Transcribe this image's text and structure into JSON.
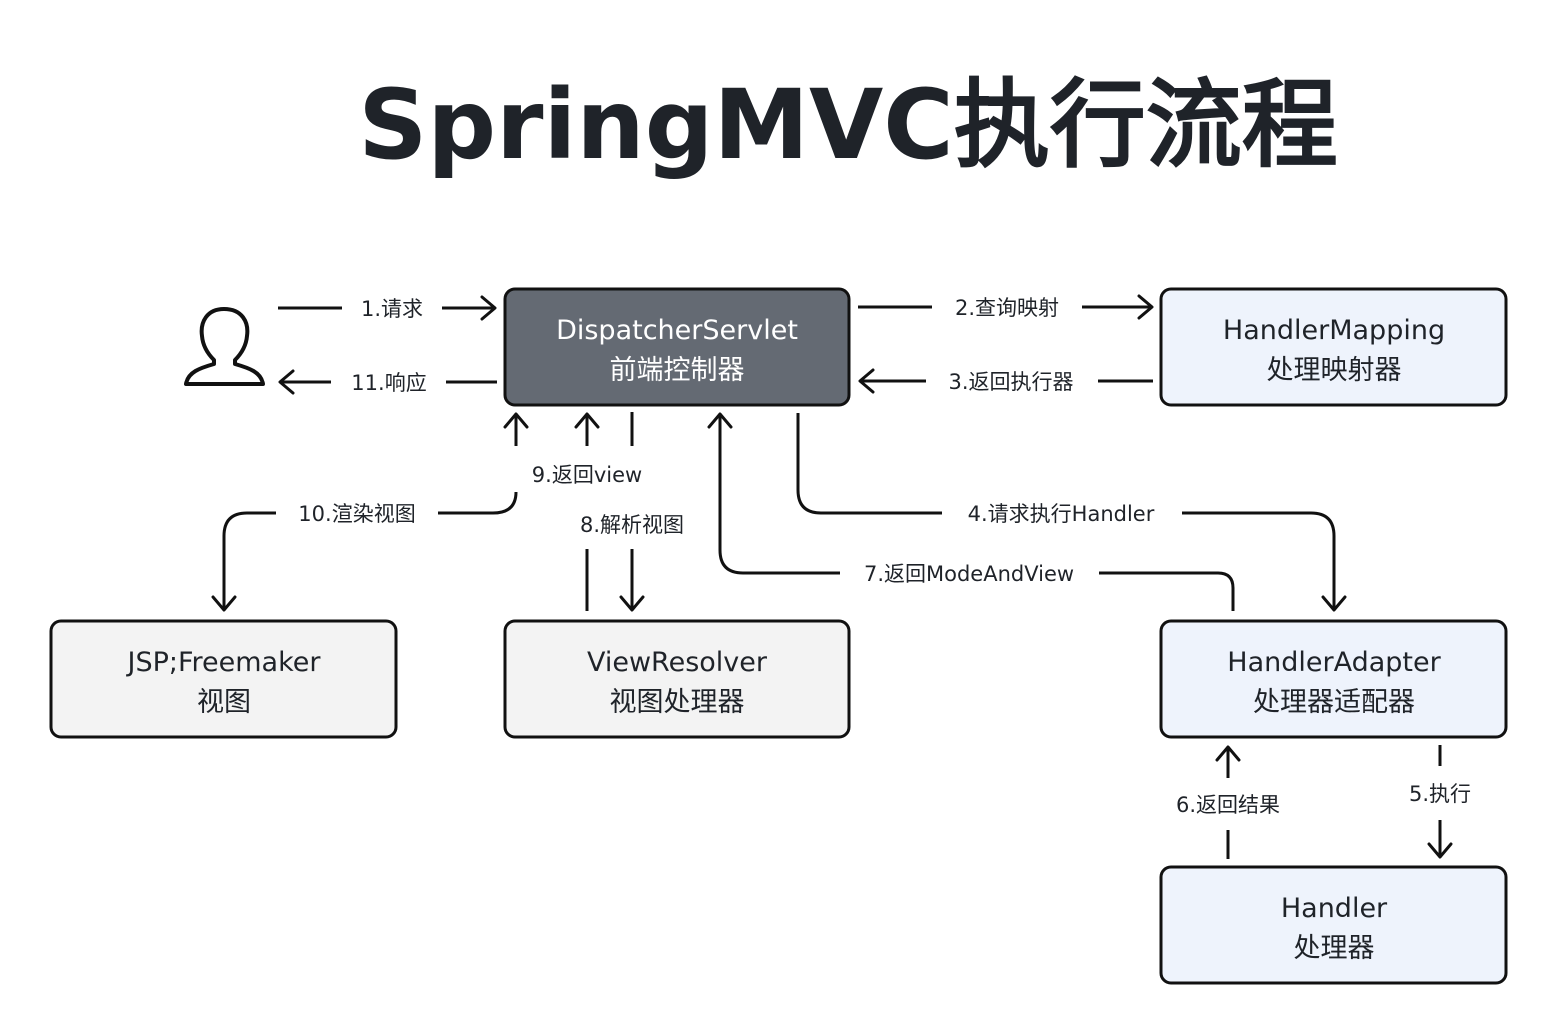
{
  "title": "SpringMVC执行流程",
  "colors": {
    "dispatcher_fill": "#646a73",
    "blue_fill": "#eef3fc",
    "gray_fill": "#f3f3f3",
    "stroke": "#111111",
    "text": "#1f2329"
  },
  "actor": {
    "icon": "user-icon"
  },
  "nodes": {
    "dispatcher": {
      "line1": "DispatcherServlet",
      "line2": "前端控制器"
    },
    "handler_mapping": {
      "line1": "HandlerMapping",
      "line2": "处理映射器"
    },
    "handler_adapter": {
      "line1": "HandlerAdapter",
      "line2": "处理器适配器"
    },
    "handler": {
      "line1": "Handler",
      "line2": "处理器"
    },
    "view_resolver": {
      "line1": "ViewResolver",
      "line2": "视图处理器"
    },
    "view": {
      "line1": "JSP;Freemaker",
      "line2": "视图"
    }
  },
  "edges": {
    "request": "1.请求",
    "query_mapping": "2.查询映射",
    "return_executor": "3.返回执行器",
    "execute_handler": "4.请求执行Handler",
    "execute": "5.执行",
    "return_result": "6.返回结果",
    "return_model_and_view": "7.返回ModeAndView",
    "resolve_view": "8.解析视图",
    "return_view": "9.返回view",
    "render_view": "10.渲染视图",
    "response": "11.响应"
  }
}
